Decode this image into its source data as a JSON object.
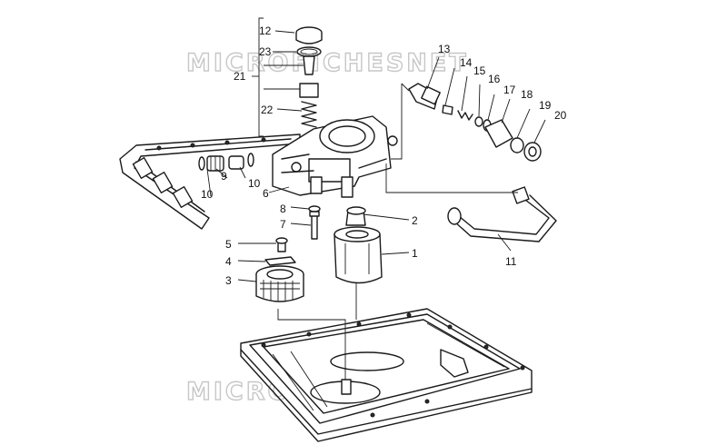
{
  "watermark": {
    "text": "MICROFICHESNET"
  },
  "callouts": {
    "c1": "1",
    "c2": "2",
    "c3": "3",
    "c4": "4",
    "c5": "5",
    "c6": "6",
    "c7": "7",
    "c8": "8",
    "c9": "9",
    "c10a": "10",
    "c10b": "10",
    "c11": "11",
    "c12": "12",
    "c13": "13",
    "c14": "14",
    "c15": "15",
    "c16": "16",
    "c17": "17",
    "c18": "18",
    "c19": "19",
    "c20": "20",
    "c21": "21",
    "c22": "22",
    "c23": "23"
  },
  "colors": {
    "ink": "#1a1a1a",
    "watermark": "#c7c7c7",
    "background": "#ffffff"
  }
}
